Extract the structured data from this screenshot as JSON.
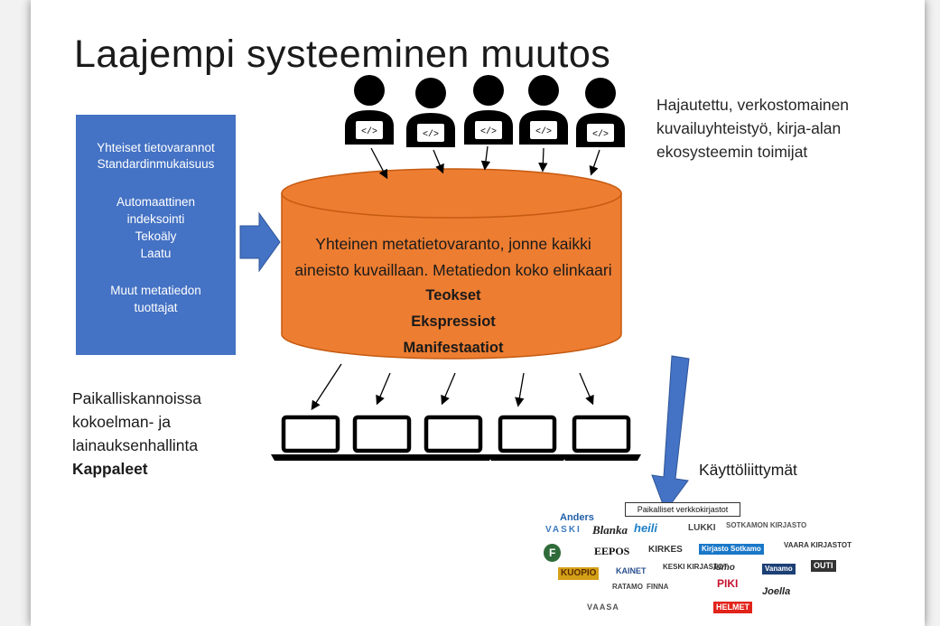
{
  "title": "Laajempi systeeminen muutos",
  "left_box": {
    "lines": [
      "Yhteiset tietovarannot",
      "Standardinmukaisuus",
      "Automaattinen",
      "indeksointi",
      "Tekoäly",
      "Laatu",
      "Muut metatiedon",
      "tuottajat"
    ]
  },
  "top_right": {
    "lines": [
      "Hajautettu, verkostomainen",
      "kuvailuyhteistyö, kirja-alan",
      "ekosysteemin toimijat"
    ]
  },
  "cylinder": {
    "line1": "Yhteinen metatietovaranto, jonne kaikki",
    "line2": "aineisto kuvaillaan. Metatiedon koko elinkaari",
    "bold1": "Teokset",
    "bold2": "Ekspressiot",
    "bold3": "Manifestaatiot"
  },
  "bottom_left": {
    "lines": [
      "Paikalliskannoissa",
      "kokoelman- ja",
      "lainauksenhallinta"
    ],
    "bold": "Kappaleet"
  },
  "user_interfaces_label": "Käyttöliittymät",
  "logos": {
    "banner": "Paikalliset verkkokirjastot",
    "items": [
      "Anders",
      "VASKI",
      "Blanka",
      "heili",
      "LUKKI",
      "SOTKAMON KIRJASTO",
      "F",
      "EEPOS",
      "KIRKES",
      "Kirjasto Sotkamo",
      "VAARA KIRJASTOT",
      "KUOPIO",
      "KAINET",
      "KESKI KIRJASTOT",
      "lumo",
      "Vanamo",
      "OUTI",
      "PIKI",
      "RATAMO",
      "FINNA",
      "Joella",
      "VAASA",
      "HELMET"
    ]
  },
  "colors": {
    "accent_blue": "#4472c4",
    "cylinder_orange": "#ed7d31"
  }
}
